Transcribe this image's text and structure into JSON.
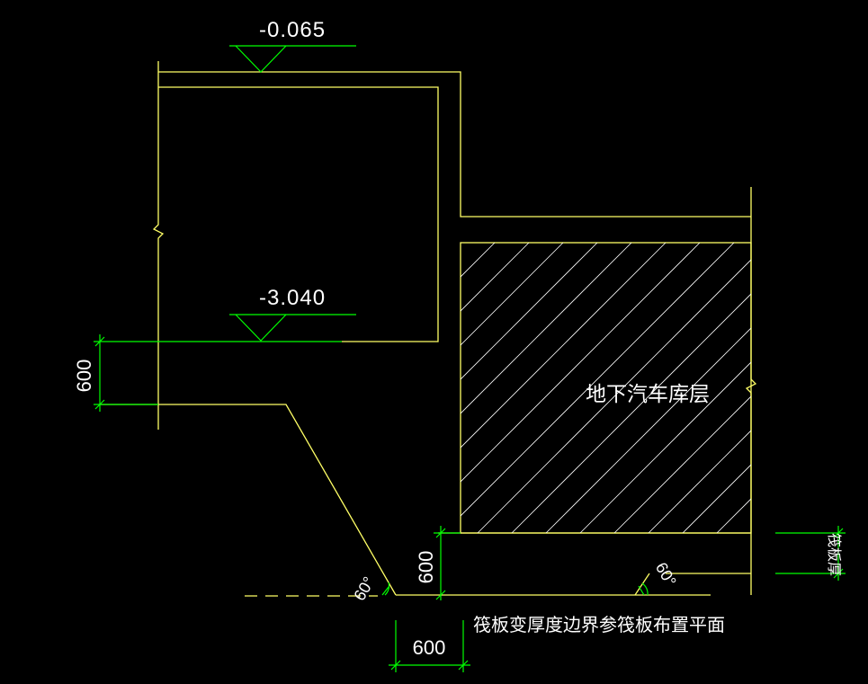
{
  "elevations": {
    "top": "-0.065",
    "bottom": "-3.040"
  },
  "room_label": "地下汽车库层",
  "dimensions": {
    "left_vertical": "600",
    "center_vertical": "600",
    "bottom_horizontal": "600",
    "right_vertical": "筏板厚"
  },
  "angles": {
    "left": "60°",
    "right": "60°"
  },
  "note": "筏板变厚度边界参筏板布置平面",
  "colors": {
    "background": "#000000",
    "structure": "#ffff66",
    "dimension": "#00ff00",
    "text": "#ffffff"
  }
}
